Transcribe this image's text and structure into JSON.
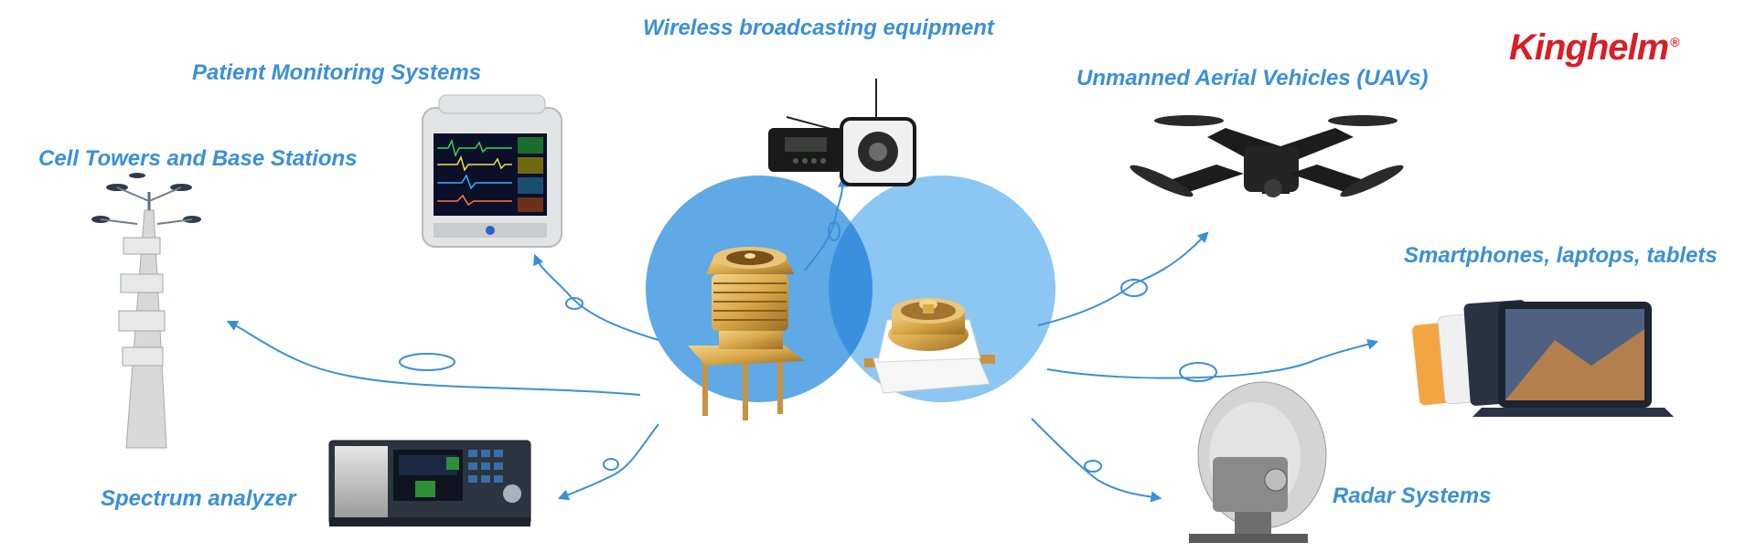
{
  "brand": {
    "name": "Kinghelm",
    "registered_mark": "®"
  },
  "labels": {
    "wireless": "Wireless broadcasting equipment",
    "patient": "Patient Monitoring Systems",
    "cell": "Cell Towers and Base Stations",
    "spectrum": "Spectrum analyzer",
    "uav": "Unmanned Aerial Vehicles (UAVs)",
    "smartphones": "Smartphones, laptops, tablets",
    "radar": "Radar Systems"
  },
  "icons": [
    "cell-tower-icon",
    "patient-monitor-icon",
    "radio-speaker-icon",
    "spectrum-analyzer-icon",
    "sma-connector-icon",
    "mhf-connector-icon",
    "drone-icon",
    "tablet-laptop-icon",
    "radar-dish-icon"
  ],
  "colors": {
    "label": "#3a8fd8",
    "arrow": "#3a8fd8",
    "circle_left": "#5fa9e6",
    "circle_right": "#8cc6f2",
    "circle_overlap": "#3b8fde",
    "brand": "#d81e27",
    "gold": "#d9a84a"
  }
}
